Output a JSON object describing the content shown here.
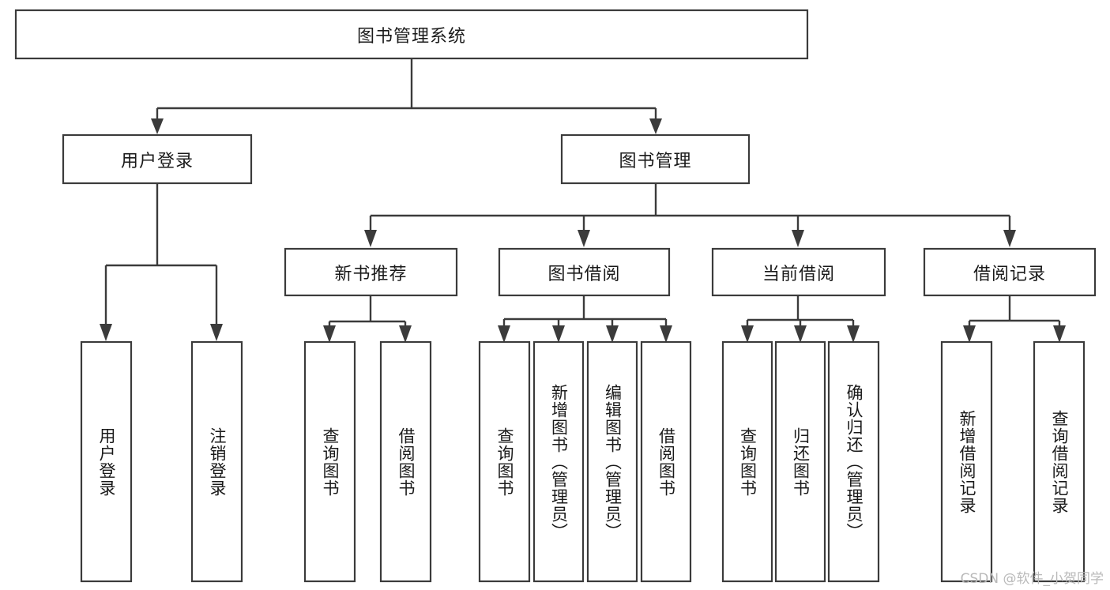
{
  "diagram": {
    "type": "tree",
    "title": "图书管理系统",
    "orientation": "top-down",
    "colors": {
      "box_stroke": "#3b3b3b",
      "box_fill": "#ffffff",
      "connector": "#3b3b3b",
      "text": "#1a1a1a",
      "background": "#ffffff",
      "watermark": "#b9b9b9"
    },
    "nodes": {
      "root": {
        "label": "图书管理系统"
      },
      "level2": [
        {
          "label": "用户登录"
        },
        {
          "label": "图书管理"
        }
      ],
      "level3": [
        {
          "label": "新书推荐"
        },
        {
          "label": "图书借阅"
        },
        {
          "label": "当前借阅"
        },
        {
          "label": "借阅记录"
        }
      ],
      "leaves_user_login": [
        {
          "label": "用户登录"
        },
        {
          "label": "注销登录"
        }
      ],
      "leaves_new_book": [
        {
          "label": "查询图书"
        },
        {
          "label": "借阅图书"
        }
      ],
      "leaves_book_borrow": [
        {
          "label": "查询图书"
        },
        {
          "label": "新增图书（管理员）"
        },
        {
          "label": "编辑图书（管理员）"
        },
        {
          "label": "借阅图书"
        }
      ],
      "leaves_current_borrow": [
        {
          "label": "查询图书"
        },
        {
          "label": "归还图书"
        },
        {
          "label": "确认归还（管理员）"
        }
      ],
      "leaves_borrow_record": [
        {
          "label": "新增借阅记录"
        },
        {
          "label": "查询借阅记录"
        }
      ]
    },
    "watermark": "CSDN @软件_小贺同学"
  }
}
